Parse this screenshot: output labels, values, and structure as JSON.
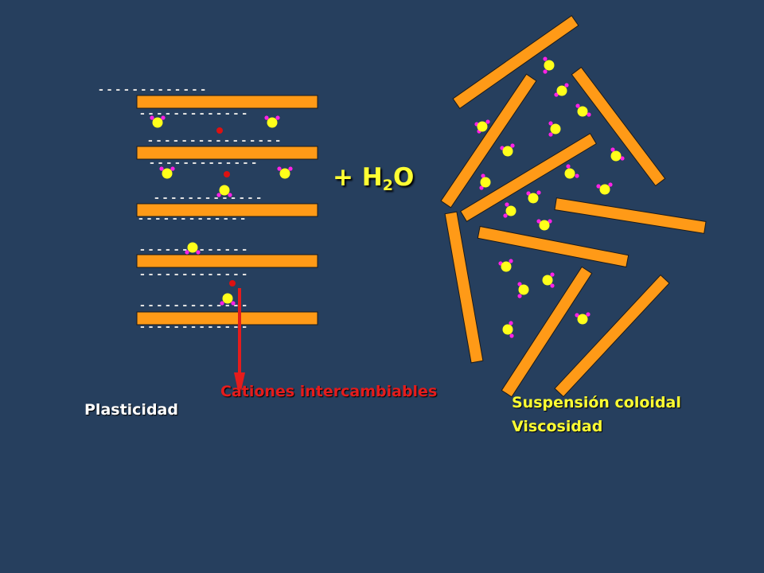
{
  "labels": {
    "water_prefix": "+ H",
    "water_subscript": "2",
    "water_suffix": "O",
    "plasticity": "Plasticidad",
    "exchangeable_cations": "Cationes intercambiables",
    "colloidal_suspension": "Suspensión coloidal",
    "viscosity": "Viscosidad"
  },
  "charge_symbol": "-",
  "colors": {
    "background": "#263f5e",
    "clay_sheet": "#ff9a17",
    "sheet_outline": "#1a1a1a",
    "water_oxygen": "#ffff1a",
    "water_hydrogen": "#ff22e6",
    "cation": "#dd1111",
    "arrow": "#e51c1c",
    "label_white": "#ffffff",
    "label_yellow": "#ffff33"
  }
}
